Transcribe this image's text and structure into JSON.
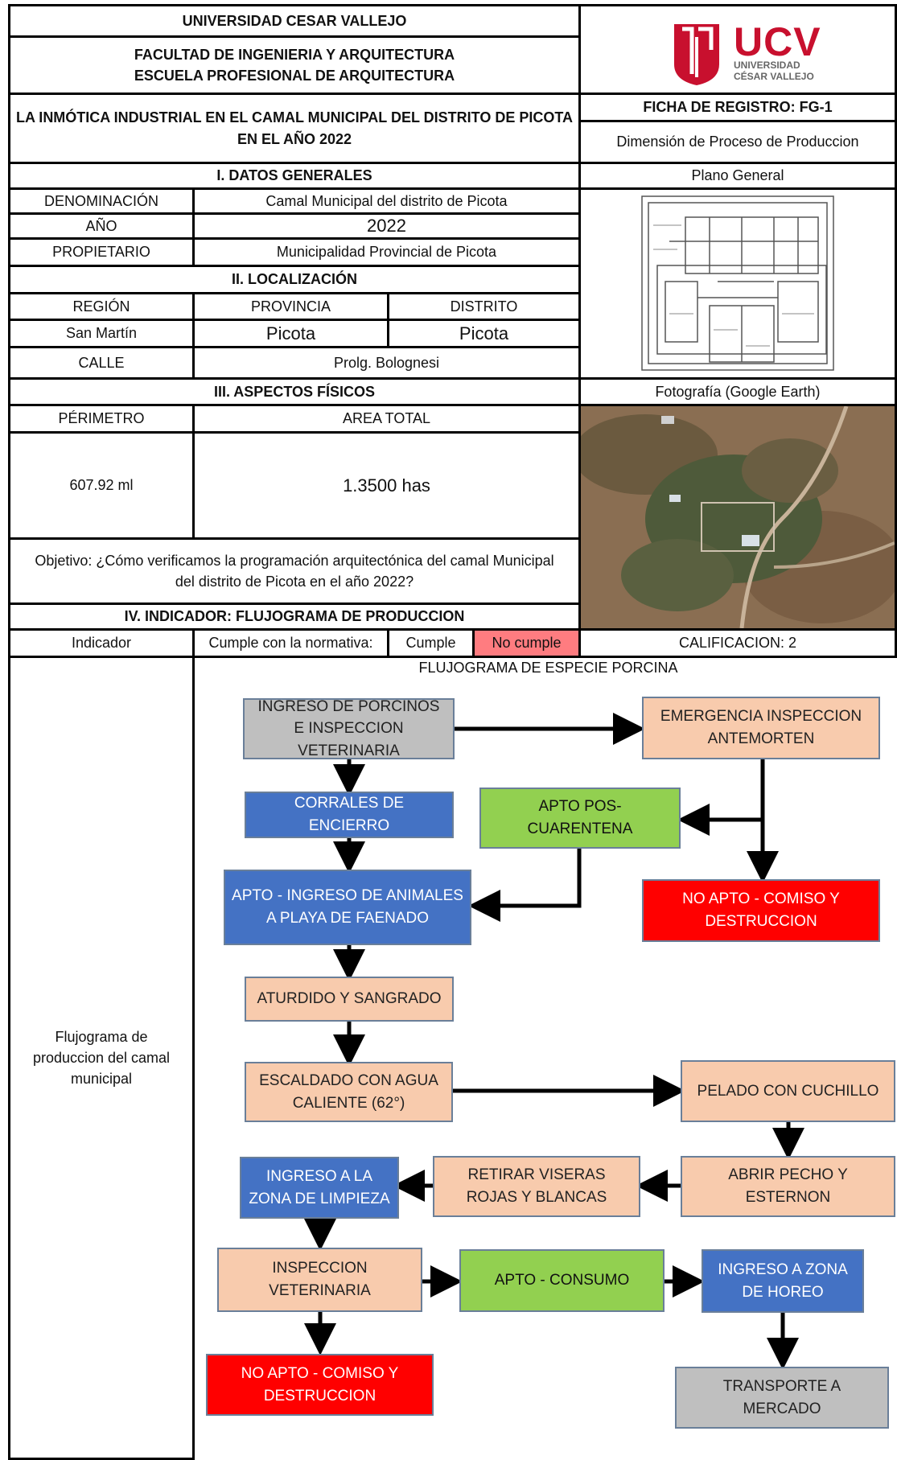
{
  "header": {
    "university": "UNIVERSIDAD CESAR VALLEJO",
    "faculty": "FACULTAD DE INGENIERIA Y ARQUITECTURA",
    "school": "ESCUELA PROFESIONAL DE ARQUITECTURA",
    "title": "LA INMÓTICA INDUSTRIAL EN EL CAMAL MUNICIPAL DEL DISTRITO DE PICOTA EN EL AÑO 2022",
    "form": "FICHA DE REGISTRO: FG-1",
    "dimension": "Dimensión de Proceso de Produccion",
    "logo_text": "UCV",
    "logo_sub1": "UNIVERSIDAD",
    "logo_sub2": "CÉSAR VALLEJO"
  },
  "general": {
    "heading": "I. DATOS GENERALES",
    "denominacion_label": "DENOMINACIÓN",
    "denominacion_value": "Camal Municipal del distrito de Picota",
    "anio_label": "AÑO",
    "anio_value": "2022",
    "propietario_label": "PROPIETARIO",
    "propietario_value": "Municipalidad Provincial de Picota"
  },
  "location": {
    "heading": "II. LOCALIZACIÓN",
    "region_label": "REGIÓN",
    "provincia_label": "PROVINCIA",
    "distrito_label": "DISTRITO",
    "region_value": "San Martín",
    "provincia_value": "Picota",
    "distrito_value": "Picota",
    "calle_label": "CALLE",
    "calle_value": "Prolg. Bolognesi"
  },
  "physical": {
    "heading": "III. ASPECTOS FÍSICOS",
    "perimetro_label": "PÉRIMETRO",
    "area_label": "AREA TOTAL",
    "perimetro_value": "607.92 ml",
    "area_value": "1.3500 has"
  },
  "objective": "Objetivo: ¿Cómo verificamos la programación arquitectónica del camal Municipal del distrito de Picota en el año 2022?",
  "side": {
    "plan_label": "Plano General",
    "photo_label": "Fotografía (Google Earth)",
    "calificacion": "CALIFICACION: 2"
  },
  "indicator": {
    "heading": "IV. INDICADOR: FLUJOGRAMA DE PRODUCCION",
    "label": "Indicador",
    "norm": "Cumple con la normativa:",
    "cumple": "Cumple",
    "no_cumple": "No cumple",
    "left_text": "Flujograma de produccion del camal municipal"
  },
  "colors": {
    "peach": "#f8cbad",
    "gray": "#bfbfbf",
    "blue": "#4472c4",
    "green": "#92d050",
    "red": "#ff0000",
    "no_cumple_bg": "#ff7c80",
    "logo_red": "#c8102e"
  },
  "flow": {
    "title": "FLUJOGRAMA DE ESPECIE PORCINA",
    "ingreso": "INGRESO DE PORCINOS E INSPECCION VETERINARIA",
    "emergencia": "EMERGENCIA INSPECCION ANTEMORTEN",
    "corrales": "CORRALES DE ENCIERRO",
    "apto_pos": "APTO POS-CUARENTENA",
    "apto_ingreso": "APTO - INGRESO DE ANIMALES A PLAYA DE FAENADO",
    "no_apto_1": "NO APTO - COMISO Y DESTRUCCION",
    "aturdido": "ATURDIDO Y SANGRADO",
    "escaldado": "ESCALDADO CON AGUA CALIENTE (62°)",
    "pelado": "PELADO CON CUCHILLO",
    "ingreso_limpieza": "INGRESO A LA ZONA DE LIMPIEZA",
    "retirar": "RETIRAR VISERAS ROJAS Y BLANCAS",
    "abrir": "ABRIR PECHO Y ESTERNON",
    "inspeccion_vet": "INSPECCION VETERINARIA",
    "apto_consumo": "APTO - CONSUMO",
    "ingreso_oreo": "INGRESO A ZONA DE HOREO",
    "no_apto_2": "NO APTO - COMISO Y DESTRUCCION",
    "transporte": "TRANSPORTE A MERCADO"
  }
}
